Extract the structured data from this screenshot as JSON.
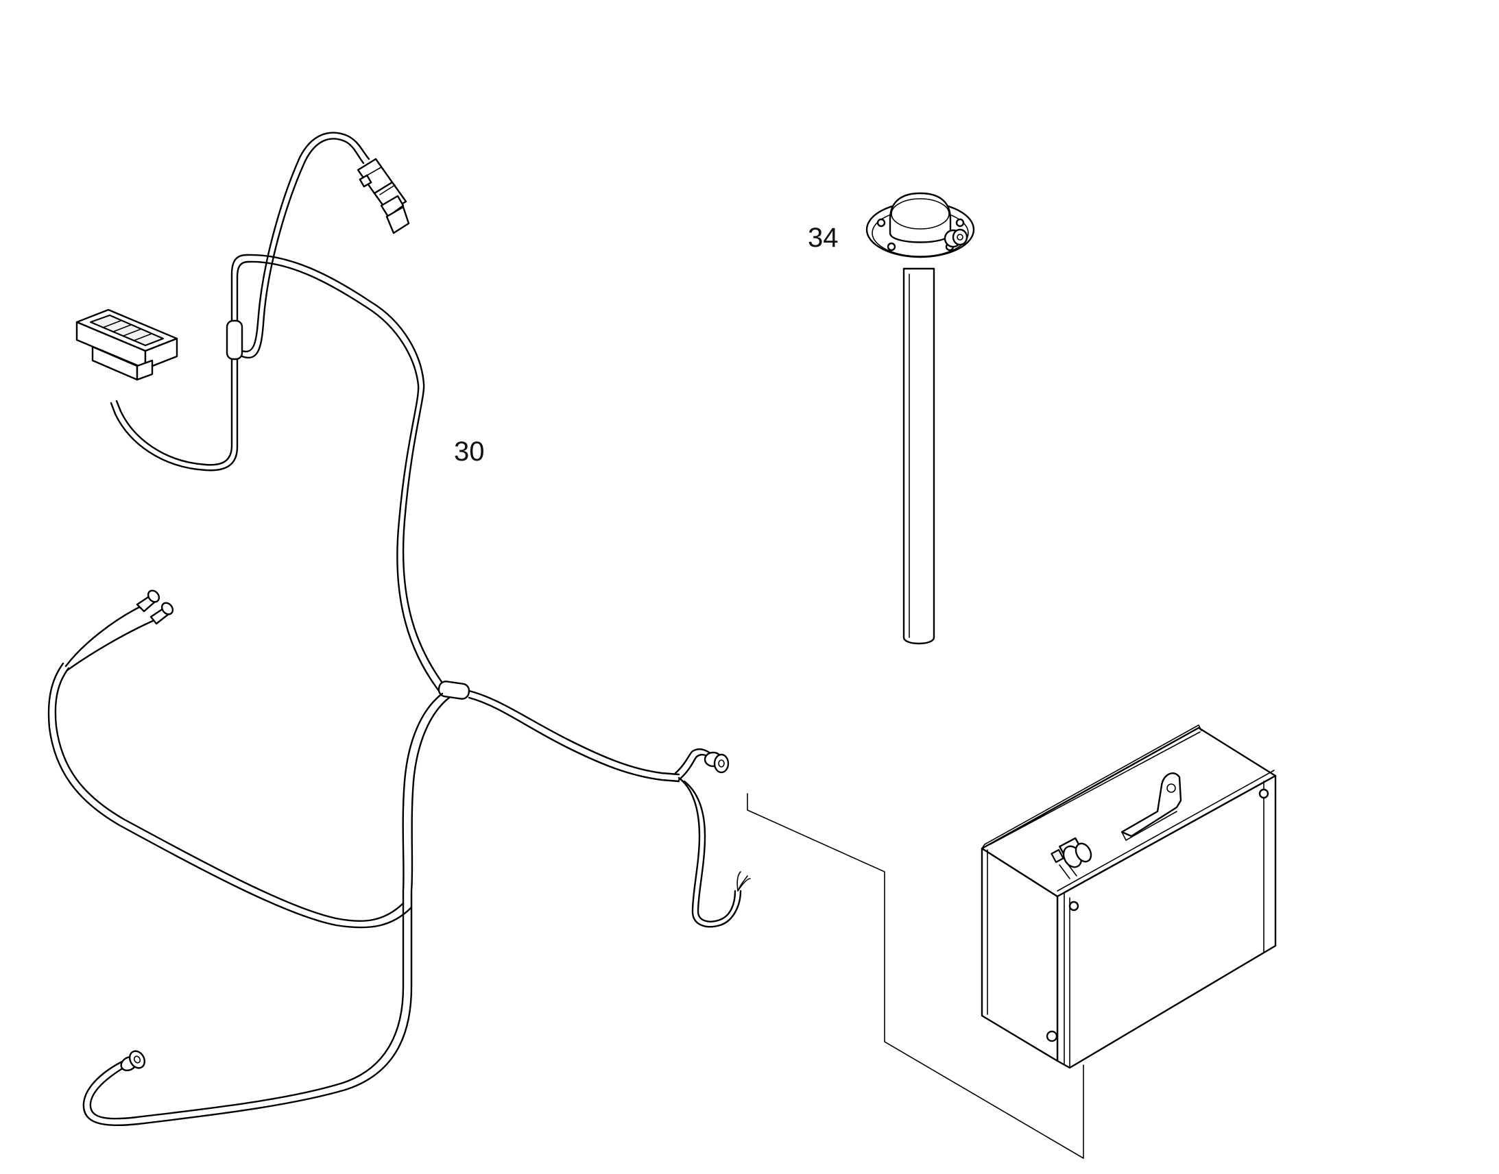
{
  "callouts": [
    {
      "id": "harness",
      "text": "30"
    },
    {
      "id": "sender",
      "text": "34"
    }
  ],
  "colors": {
    "line": "#000000",
    "background": "#ffffff"
  }
}
